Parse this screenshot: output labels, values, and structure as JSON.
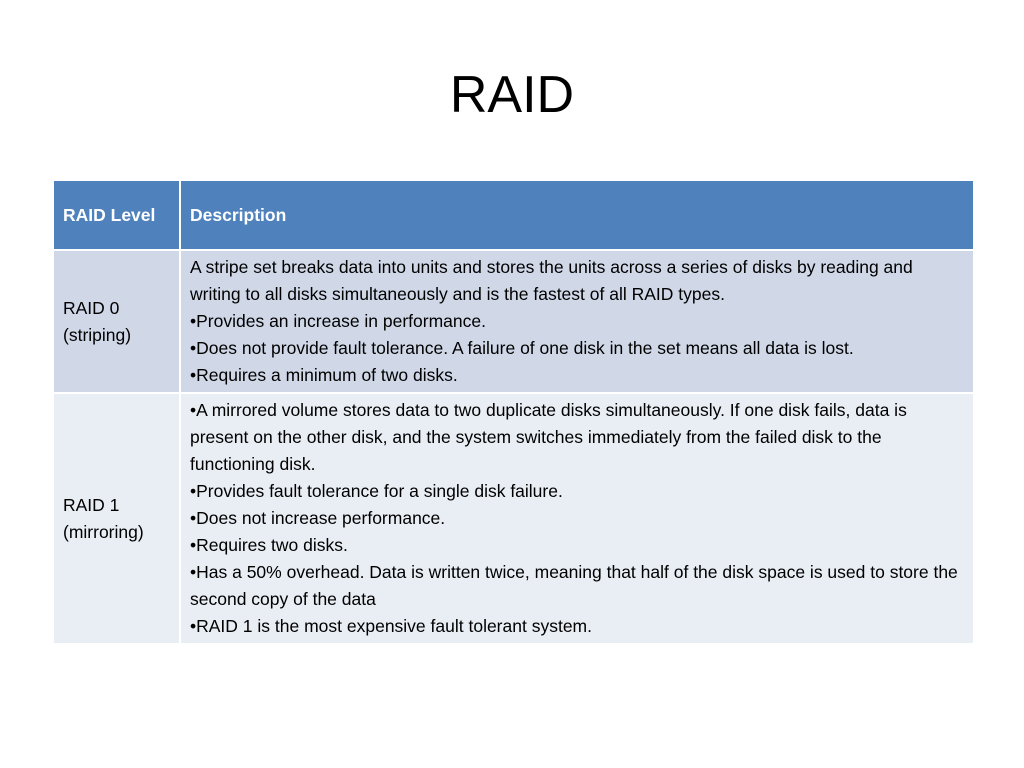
{
  "slide": {
    "title": "RAID"
  },
  "table": {
    "headers": {
      "level": "RAID Level",
      "description": "Description"
    },
    "rows": [
      {
        "level": "RAID 0 (striping)",
        "description": [
          "A stripe set breaks data into units and stores the units across a series of disks by reading and writing to all disks simultaneously and is the fastest of all RAID types.",
          "•Provides an increase in performance.",
          "•Does not provide fault tolerance. A failure of one disk in the set means all data is lost.",
          "•Requires a minimum of two disks."
        ]
      },
      {
        "level": "RAID 1 (mirroring)",
        "description": [
          "•A mirrored volume stores data to two duplicate disks simultaneously. If one disk fails, data is present on the other disk, and the system switches immediately from the failed disk to the functioning disk.",
          "•Provides fault tolerance for a single disk failure.",
          "•Does not increase performance.",
          "•Requires two disks.",
          "•Has a 50% overhead. Data is written twice, meaning that half of the disk space is used to store the second copy of the data",
          "•RAID 1 is the most expensive fault tolerant system."
        ]
      }
    ]
  },
  "colors": {
    "header_bg": "#4f81bd",
    "row_odd_bg": "#d0d8e8",
    "row_even_bg": "#e9edf4"
  }
}
